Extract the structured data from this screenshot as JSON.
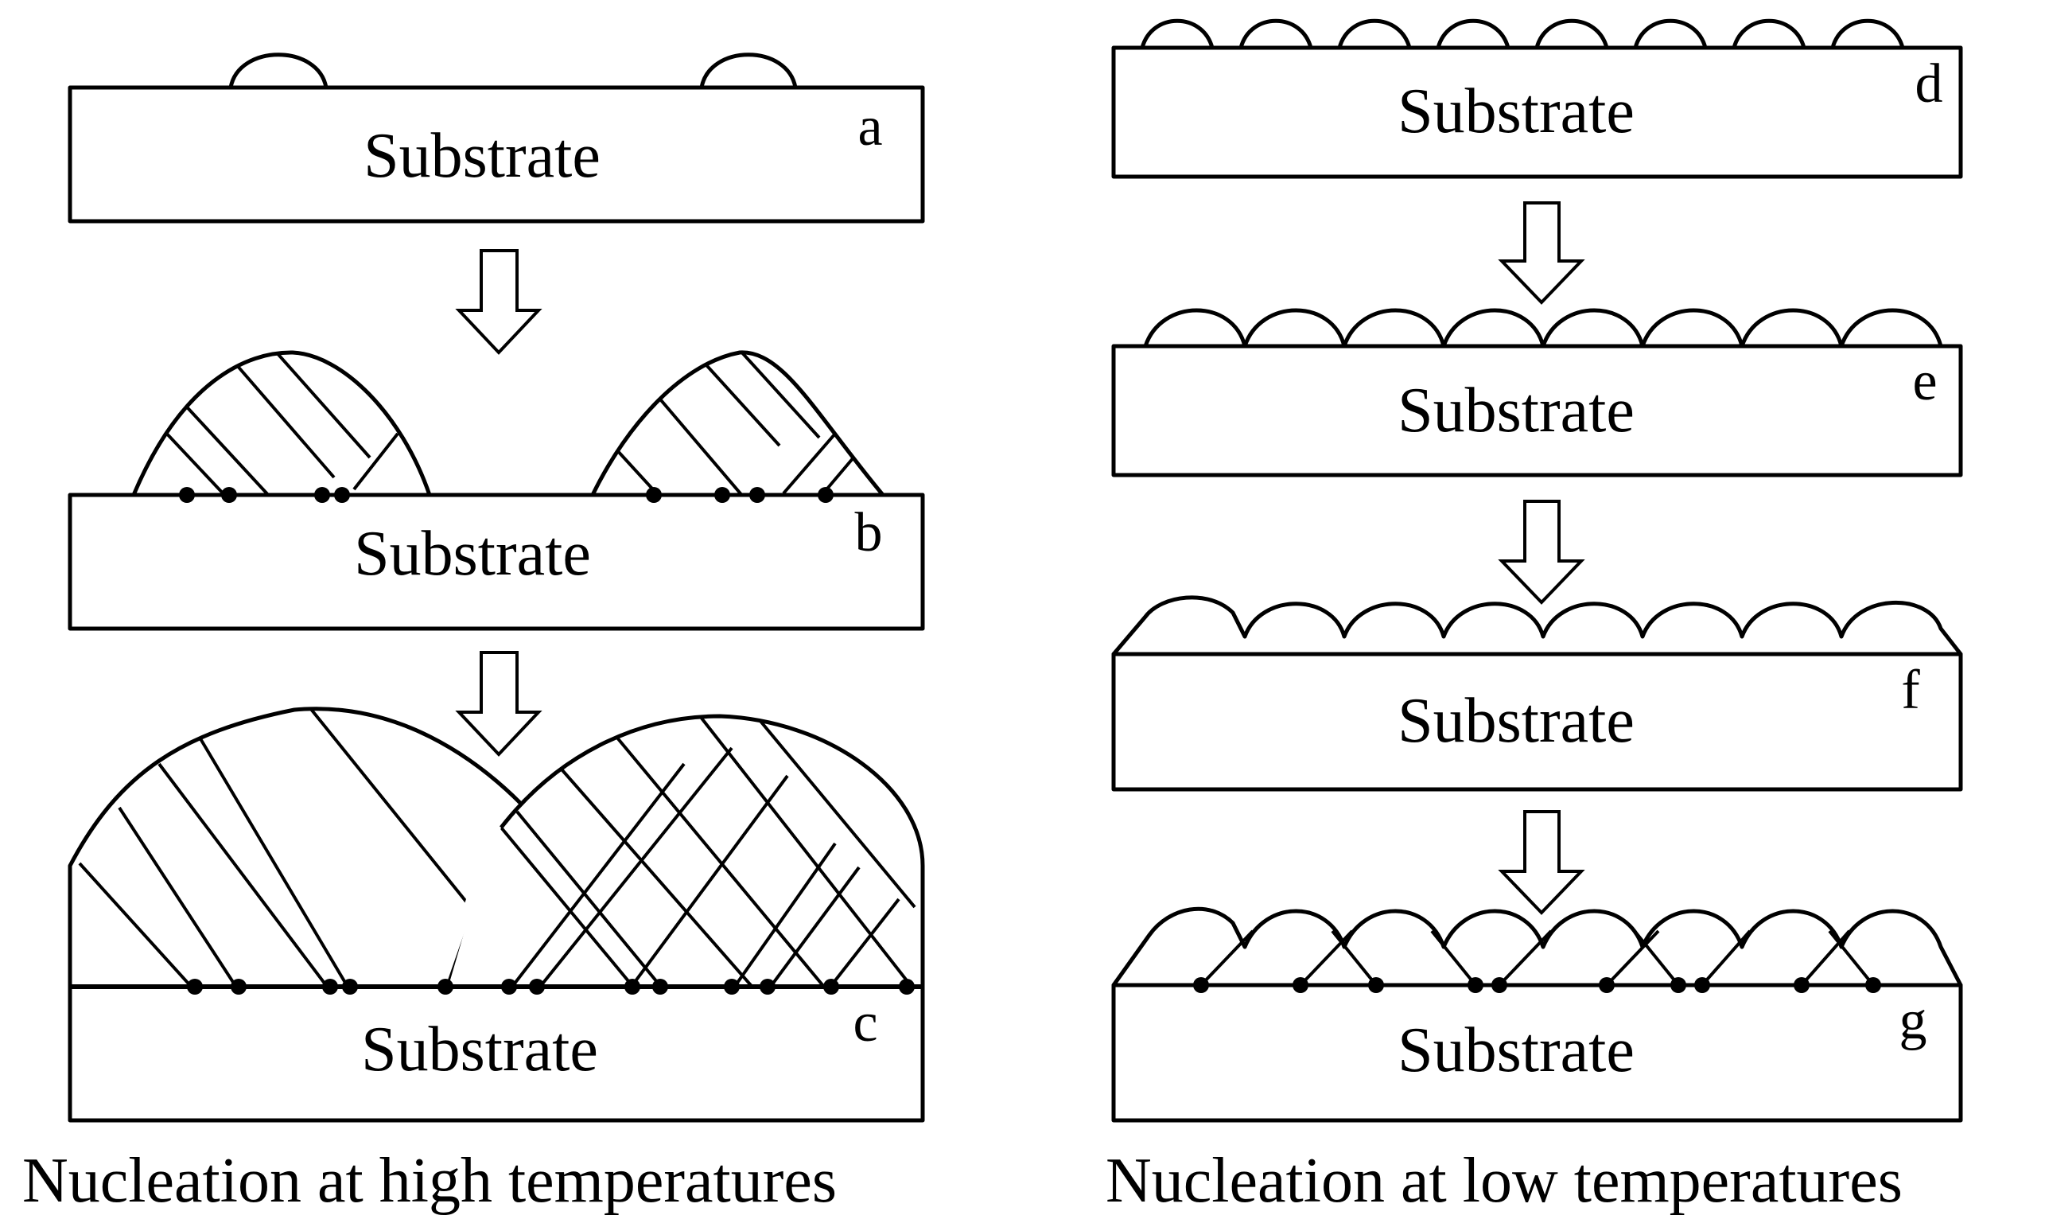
{
  "substrate_label": "Substrate",
  "panel_letters": {
    "a": "a",
    "b": "b",
    "c": "c",
    "d": "d",
    "e": "e",
    "f": "f",
    "g": "g"
  },
  "captions": {
    "left": "Nucleation at high temperatures",
    "right": "Nucleation at low temperatures"
  },
  "icons": {
    "step_arrow": "down-arrow-icon"
  }
}
